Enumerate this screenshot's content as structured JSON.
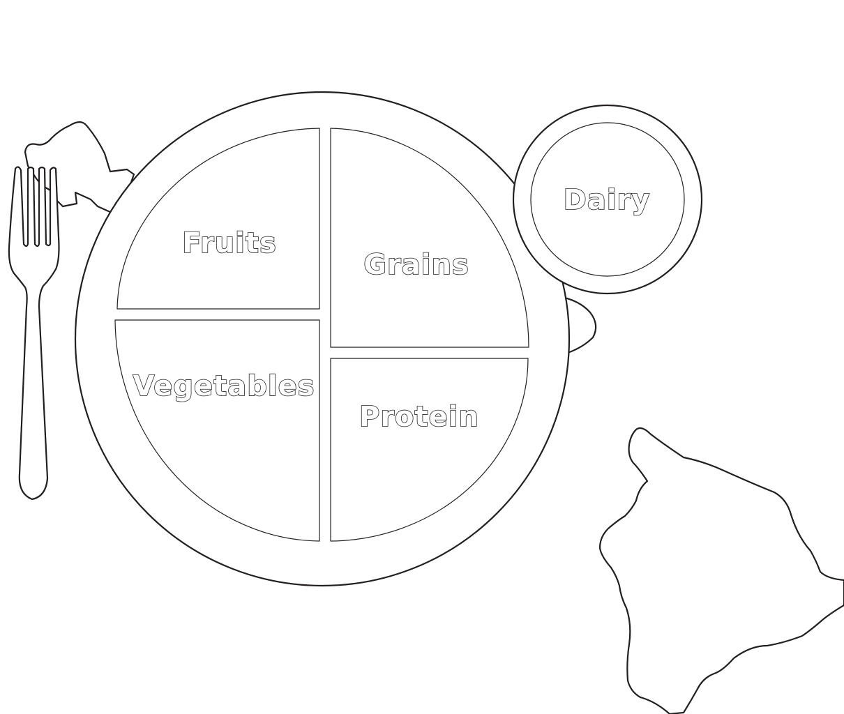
{
  "plate": {
    "sections": {
      "fruits": "Fruits",
      "grains": "Grains",
      "vegetables": "Vegetables",
      "protein": "Protein"
    },
    "dairy": "Dairy"
  },
  "colors": {
    "ink": "#231f20",
    "background": "#ffffff"
  },
  "icons": [
    "fork-icon",
    "plate-icon",
    "dairy-cup-icon",
    "island-shape-icon",
    "leaf-shape-icon"
  ]
}
